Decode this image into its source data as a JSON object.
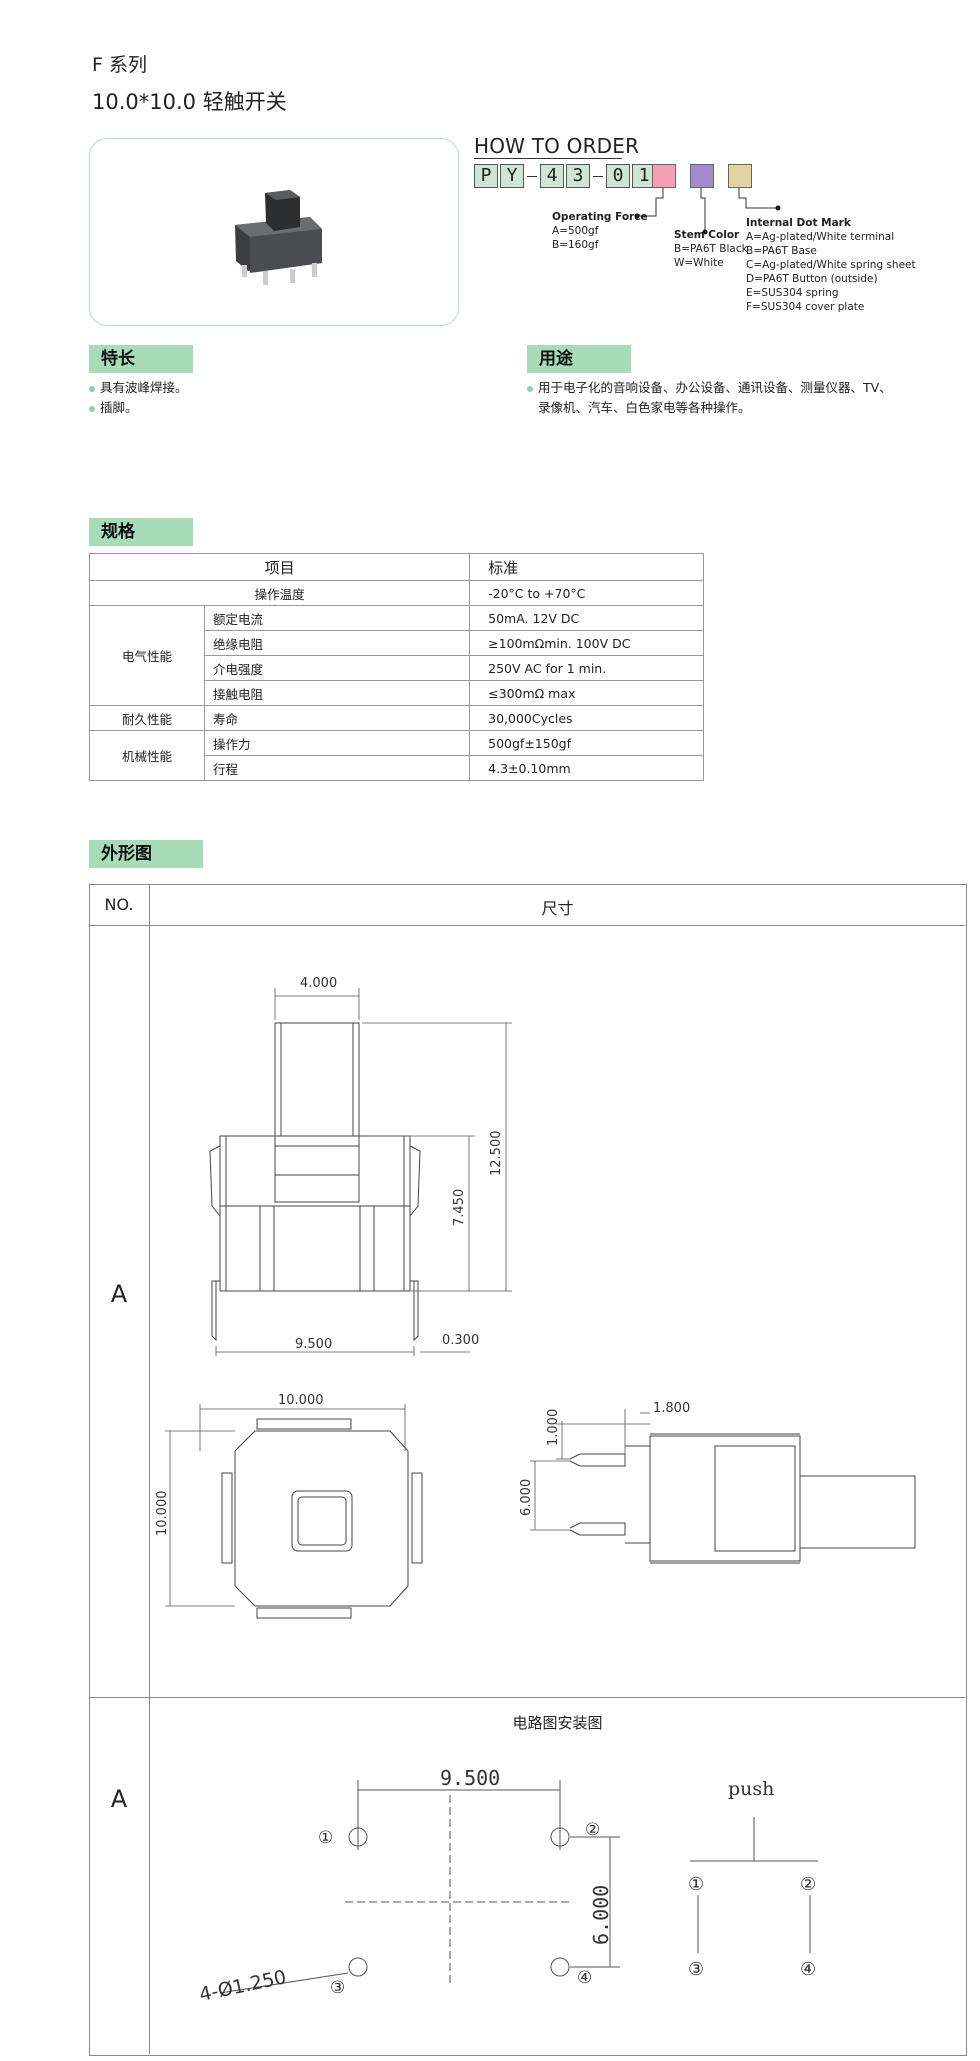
{
  "header": {
    "series": "F 系列",
    "title": "10.0*10.0 轻触开关"
  },
  "order": {
    "heading": "HOW TO ORDER",
    "code_chars": [
      "P",
      "Y",
      "4",
      "3",
      "0",
      "1"
    ],
    "swatch_colors": [
      "#f2a0b8",
      "#a58bd0",
      "#e2d3a0"
    ],
    "operating_force": {
      "title": "Operating Force",
      "items": [
        "A=500gf",
        "B=160gf"
      ]
    },
    "stem_color": {
      "title": "Stem Color",
      "items": [
        "B=PA6T Black",
        "W=White"
      ]
    },
    "internal_dot": {
      "title": "Internal Dot Mark",
      "items": [
        "A=Ag-plated/White terminal",
        "B=PA6T Base",
        "C=Ag-plated/White spring sheet",
        "D=PA6T Button (outside)",
        "E=SUS304 spring",
        "F=SUS304 cover plate"
      ]
    }
  },
  "features": {
    "label": "特长",
    "items": [
      "具有波峰焊接。",
      "插脚。"
    ]
  },
  "usage": {
    "label": "用途",
    "lines": [
      "用于电子化的音响设备、办公设备、通讯设备、测量仪器、TV、",
      "录像机、汽车、白色家电等各种操作。"
    ]
  },
  "spec": {
    "label": "规格",
    "col_item": "项目",
    "col_std": "标准",
    "op_temp": {
      "name": "操作温度",
      "value": "-20°C to +70°C"
    },
    "electrical": {
      "group": "电气性能",
      "rows": [
        {
          "name": "额定电流",
          "value": "50mA. 12V DC"
        },
        {
          "name": "绝缘电阻",
          "value": "≥100mΩmin. 100V DC"
        },
        {
          "name": "介电强度",
          "value": "250V AC for 1 min."
        },
        {
          "name": "接触电阻",
          "value": "≤300mΩ max"
        }
      ]
    },
    "durability": {
      "group": "耐久性能",
      "name": "寿命",
      "value": "30,000Cycles"
    },
    "mechanical": {
      "group": "机械性能",
      "rows": [
        {
          "name": "操作力",
          "value": "500gf±150gf"
        },
        {
          "name": "行程",
          "value": "4.3±0.10mm"
        }
      ]
    }
  },
  "outline": {
    "label": "外形图",
    "col_no": "NO.",
    "col_dim": "尺寸",
    "row1_no": "A",
    "row2_no": "A",
    "dims": {
      "w_top": "4.000",
      "h_total": "12.500",
      "h_body": "7.450",
      "w_pin": "9.500",
      "pin_t": "0.300",
      "w_body": "10.000",
      "h_body2": "10.000",
      "side_top": "1.800",
      "side_gap": "1.000",
      "side_pitch": "6.000"
    },
    "circuit": {
      "title": "电路图安装图",
      "pitch_x": "9.500",
      "pitch_y": "6.000",
      "hole": "4-Ø1.250",
      "push": "push",
      "pins": [
        "①",
        "②",
        "③",
        "④"
      ]
    }
  }
}
